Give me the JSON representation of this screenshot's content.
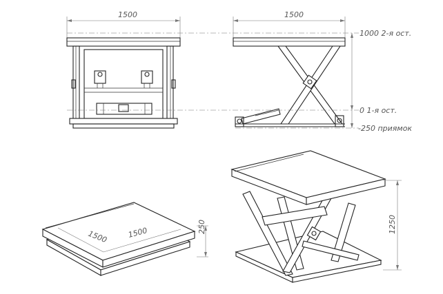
{
  "front_view": {
    "width_dim": "1500"
  },
  "side_view": {
    "width_dim": "1500"
  },
  "levels": {
    "top": "1000 2-я ост.",
    "bottom": "0 1-я ост.",
    "pit": "-250 приямок"
  },
  "lowered_view": {
    "dim_a": "1500",
    "dim_b": "1500",
    "height_dim": "250"
  },
  "raised_view": {
    "height_dim": "1250"
  },
  "colors": {
    "line": "#222222",
    "dimension": "#777777",
    "background": "#ffffff"
  }
}
